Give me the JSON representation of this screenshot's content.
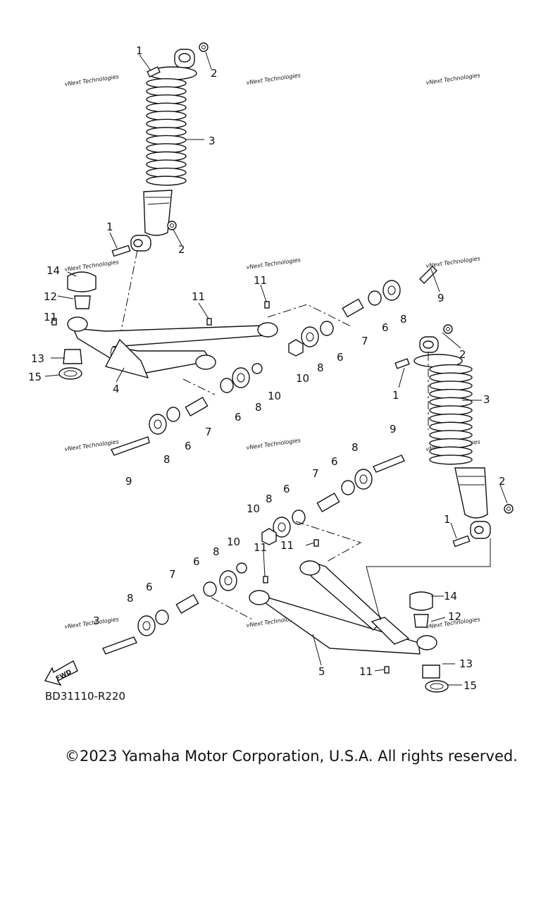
{
  "diagram_code": "BD31110-R220",
  "fwd_label": "FWD",
  "copyright": "©2023 Yamaha Motor Corporation, U.S.A. All rights reserved.",
  "watermark": "vNext Technologies",
  "callouts": [
    "1",
    "2",
    "3",
    "4",
    "5",
    "6",
    "7",
    "8",
    "9",
    "10",
    "11",
    "12",
    "13",
    "14",
    "15"
  ]
}
